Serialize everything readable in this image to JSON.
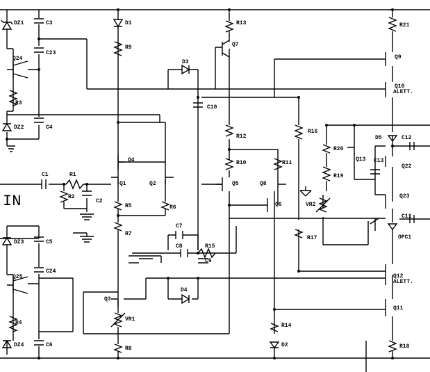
{
  "labels": {
    "DZ1": "DZ1",
    "C3": "C3",
    "D1": "D1",
    "R13": "R13",
    "R21": "R21",
    "R9": "R9",
    "Q7": "Q7",
    "C23": "C23",
    "Q24": "Q24",
    "D3": "D3",
    "Q9": "Q9",
    "Q10": "Q10",
    "ALETT_TOP": "ALETT.",
    "R3": "R3",
    "C10": "C10",
    "DZ2": "DZ2",
    "C4": "C4",
    "R12": "R12",
    "R16": "R16",
    "D5": "D5",
    "C12": "C12",
    "R20": "R20",
    "Q13": "Q13",
    "C13": "C13",
    "Q22": "Q22",
    "Q4": "Q4",
    "R10": "R10",
    "R11": "R11",
    "R19": "R19",
    "C1": "C1",
    "R1": "R1",
    "Q1": "Q1",
    "Q2": "Q2",
    "Q5": "Q5",
    "Q8": "Q8",
    "IN": "IN",
    "R2": "R2",
    "C2": "C2",
    "VR2": "VR2",
    "Q23": "Q23",
    "R5": "R5",
    "R6": "R6",
    "Q6": "Q6",
    "C11": "C11",
    "DZ3": "DZ3",
    "C5": "C5",
    "R7": "R7",
    "C7": "C7",
    "R17": "R17",
    "OPC1": "OPC1",
    "C8": "C8",
    "R15": "R15",
    "C9": "C9",
    "C24": "C24",
    "Q25": "Q25",
    "Q12": "Q12",
    "ALETT_BOT": "ALETT.",
    "D4": "D4",
    "Q3": "Q3",
    "Q11": "Q11",
    "R4": "R4",
    "VR1": "VR1",
    "R14": "R14",
    "DZ4": "DZ4",
    "C6": "C6",
    "R8": "R8",
    "D2": "D2",
    "R18": "R18"
  }
}
